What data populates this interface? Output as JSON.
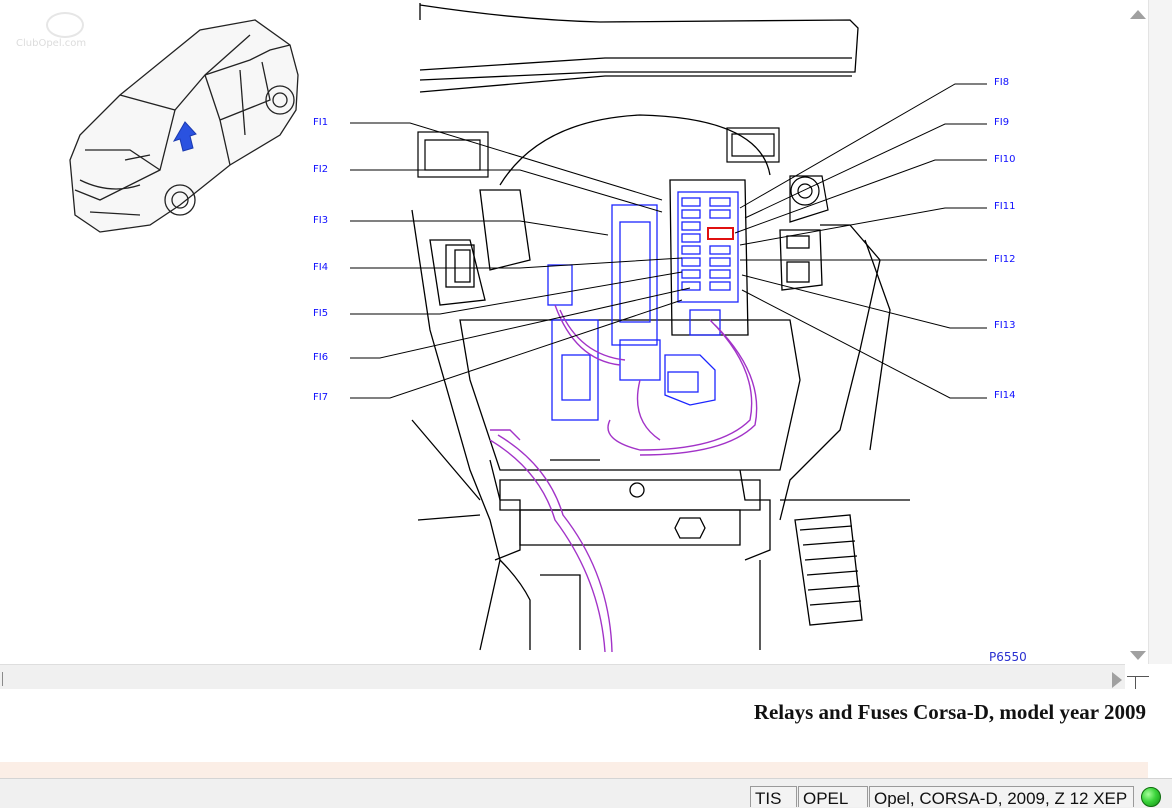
{
  "diagram": {
    "figure_id": "P6550",
    "watermark": "ClubOpel.com",
    "callouts": {
      "left": [
        "FI1",
        "FI2",
        "FI3",
        "FI4",
        "FI5",
        "FI6",
        "FI7"
      ],
      "right": [
        "FI8",
        "FI9",
        "FI10",
        "FI11",
        "FI12",
        "FI13",
        "FI14"
      ]
    },
    "highlighted_fuse": "FI10",
    "colors": {
      "component": "#1c25ff",
      "wire": "#a233c8",
      "highlight": "#e01010",
      "line": "#000000",
      "arrow": "#2a52e0"
    }
  },
  "caption": "Relays and Fuses Corsa-D, model year 2009",
  "status_bar": {
    "app": "TIS",
    "brand": "OPEL",
    "vehicle": "Opel, CORSA-D, 2009, Z 12 XEP",
    "connection_icon": "green-led-icon"
  }
}
